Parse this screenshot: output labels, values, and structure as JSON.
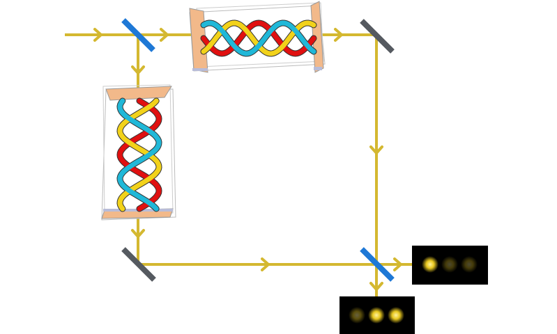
{
  "colors": {
    "beam": "#d4b830",
    "beam_splitter": "#1e78d6",
    "mirror": "#555a60",
    "plate": "#f2b98a",
    "strand_red": "#e01010",
    "strand_yellow": "#f2d21a",
    "strand_cyan": "#20b8d8",
    "detector_bg": "#000000",
    "spot": "#e8c820"
  },
  "components": {
    "beam_splitters": [
      "beam-splitter-input",
      "beam-splitter-output"
    ],
    "mirrors": [
      "mirror-top-right",
      "mirror-bottom-left"
    ],
    "braid_boxes": [
      "braid-box-horizontal",
      "braid-box-vertical"
    ],
    "detectors": [
      {
        "name": "detector-right",
        "spot_intensities": [
          1.0,
          0.3,
          0.3
        ]
      },
      {
        "name": "detector-bottom",
        "spot_intensities": [
          0.4,
          1.0,
          1.0
        ]
      }
    ]
  }
}
